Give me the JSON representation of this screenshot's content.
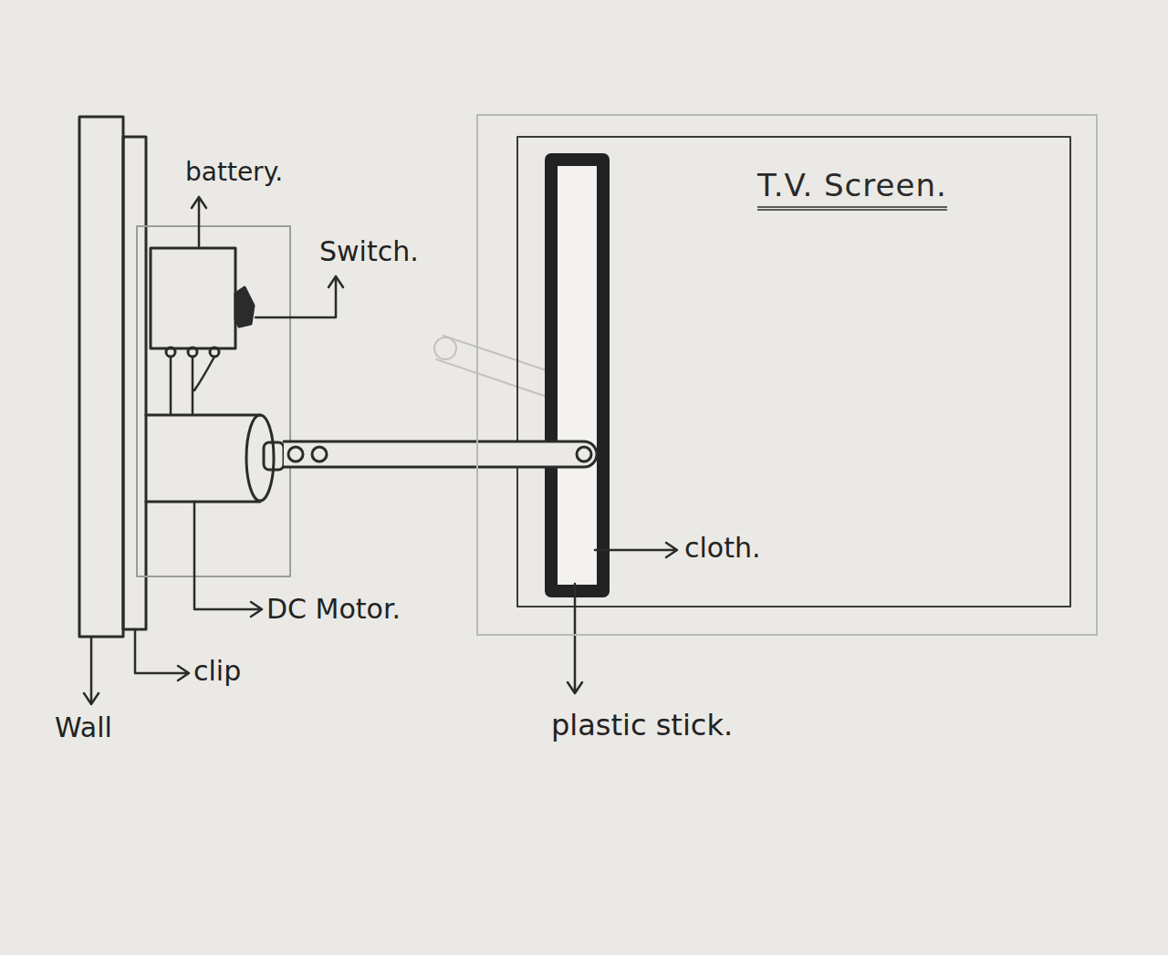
{
  "diagram": {
    "nodes": [
      {
        "text": [
          "T.V. Screen."
        ]
      }
    ],
    "labels": [
      "battery.",
      "Switch.",
      "DC Motor.",
      "clip",
      "Wall",
      "cloth.",
      "plastic stick."
    ]
  }
}
